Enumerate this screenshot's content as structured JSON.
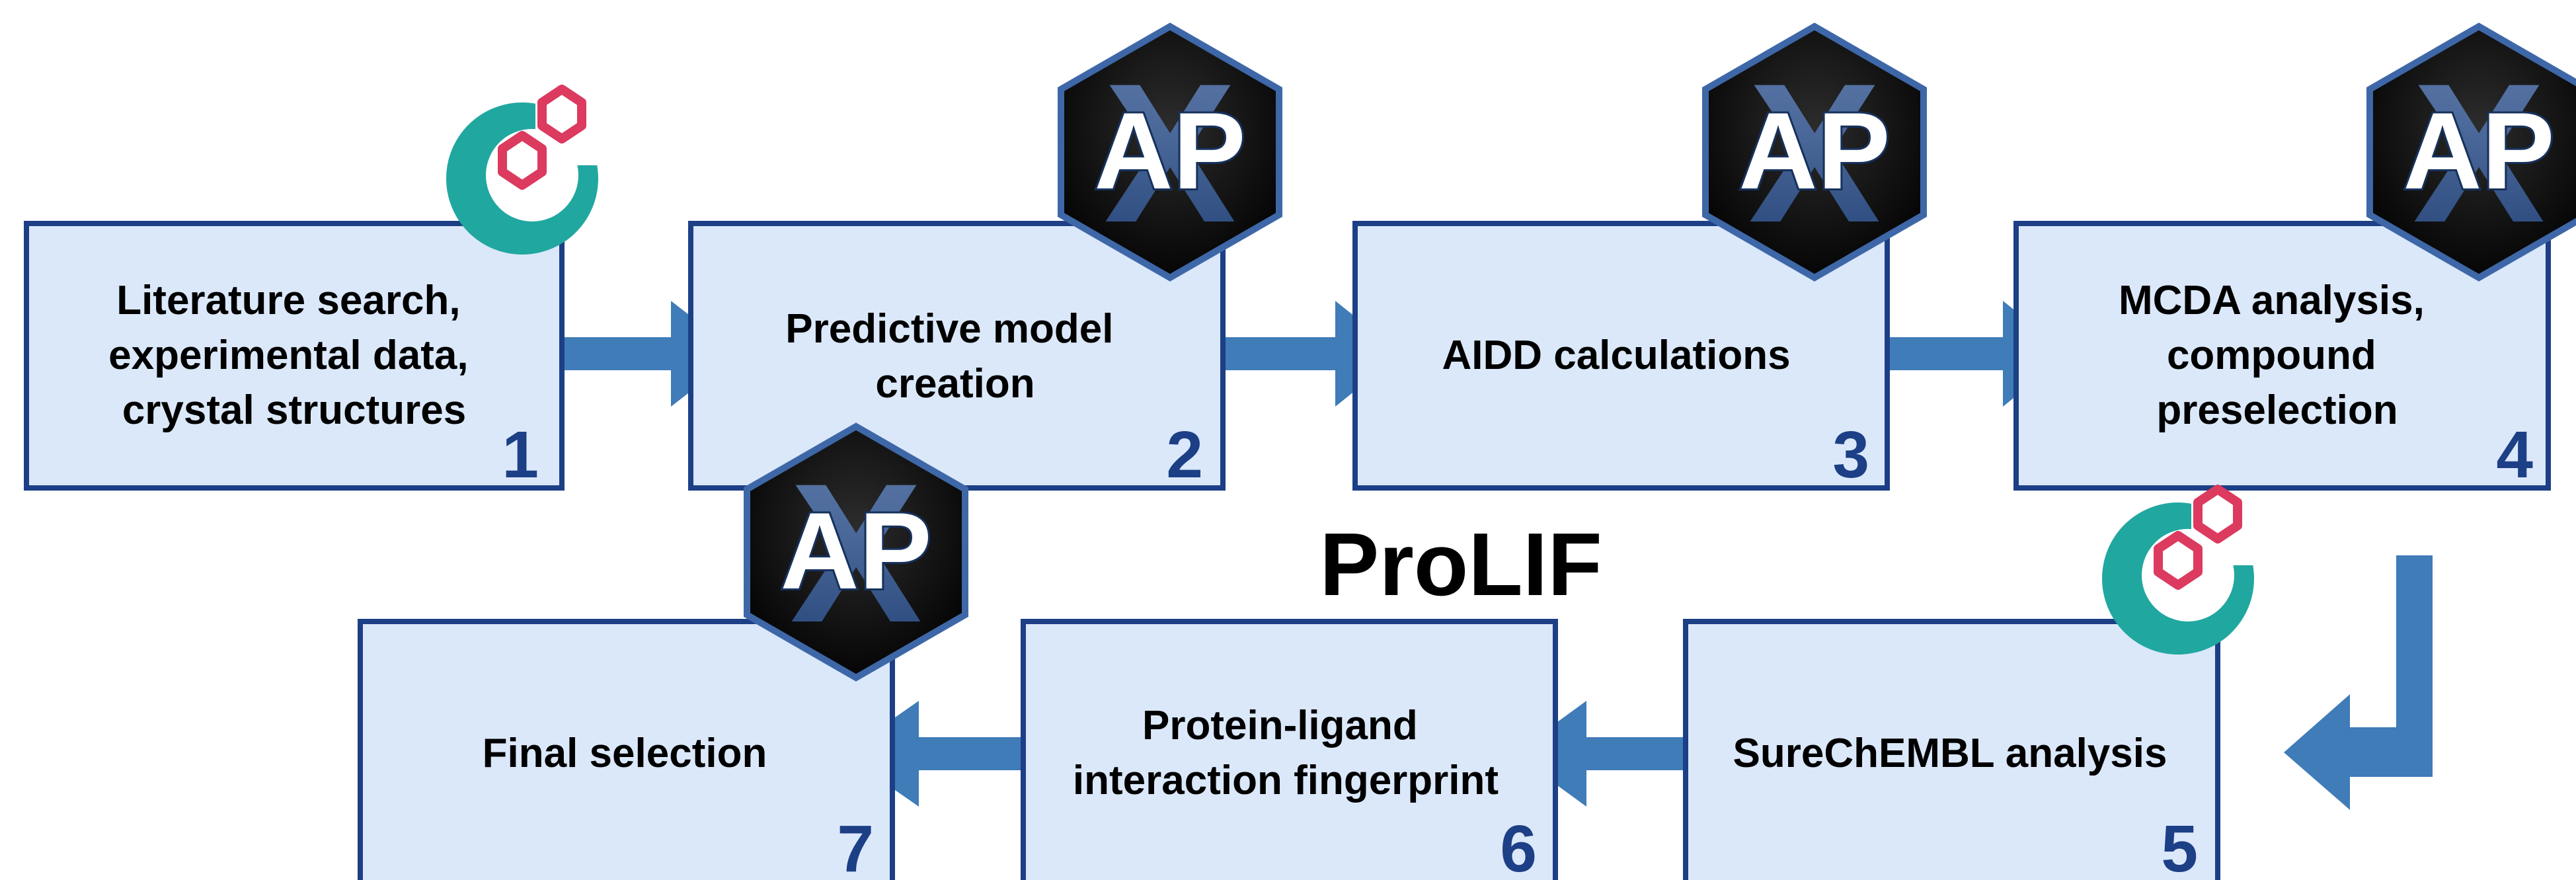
{
  "steps": [
    {
      "label_lines": [
        "Literature search,",
        "experimental data,",
        "crystal structures"
      ],
      "number": "1",
      "logo": "chembl-logo"
    },
    {
      "label_lines": [
        "Predictive model",
        "creation"
      ],
      "number": "2",
      "logo": "ap-hexagon-logo"
    },
    {
      "label_lines": [
        "AIDD calculations"
      ],
      "number": "3",
      "logo": "ap-hexagon-logo"
    },
    {
      "label_lines": [
        "MCDA analysis,",
        "compound",
        "preselection"
      ],
      "number": "4",
      "logo": "ap-hexagon-logo"
    },
    {
      "label_lines": [
        "SureChEMBL analysis"
      ],
      "number": "5",
      "logo": "chembl-logo"
    },
    {
      "label_lines": [
        "Protein-ligand",
        "interaction fingerprint"
      ],
      "number": "6",
      "logo": "prolif-wordmark"
    },
    {
      "label_lines": [
        "Final selection"
      ],
      "number": "7",
      "logo": "ap-hexagon-logo"
    }
  ],
  "logos": {
    "ap_text": "AP",
    "ap_x_letter": "X",
    "prolif_text": "ProLIF"
  },
  "colors": {
    "box_fill": "#dbe8fa",
    "box_stroke": "#1c3f86",
    "arrow": "#3f7cb8",
    "number": "#1c3f86",
    "hex_fill": "#0a0a0a",
    "hex_border": "#3e67a8",
    "chembl_teal": "#20a7a0",
    "chembl_red": "#dc3a5f"
  }
}
